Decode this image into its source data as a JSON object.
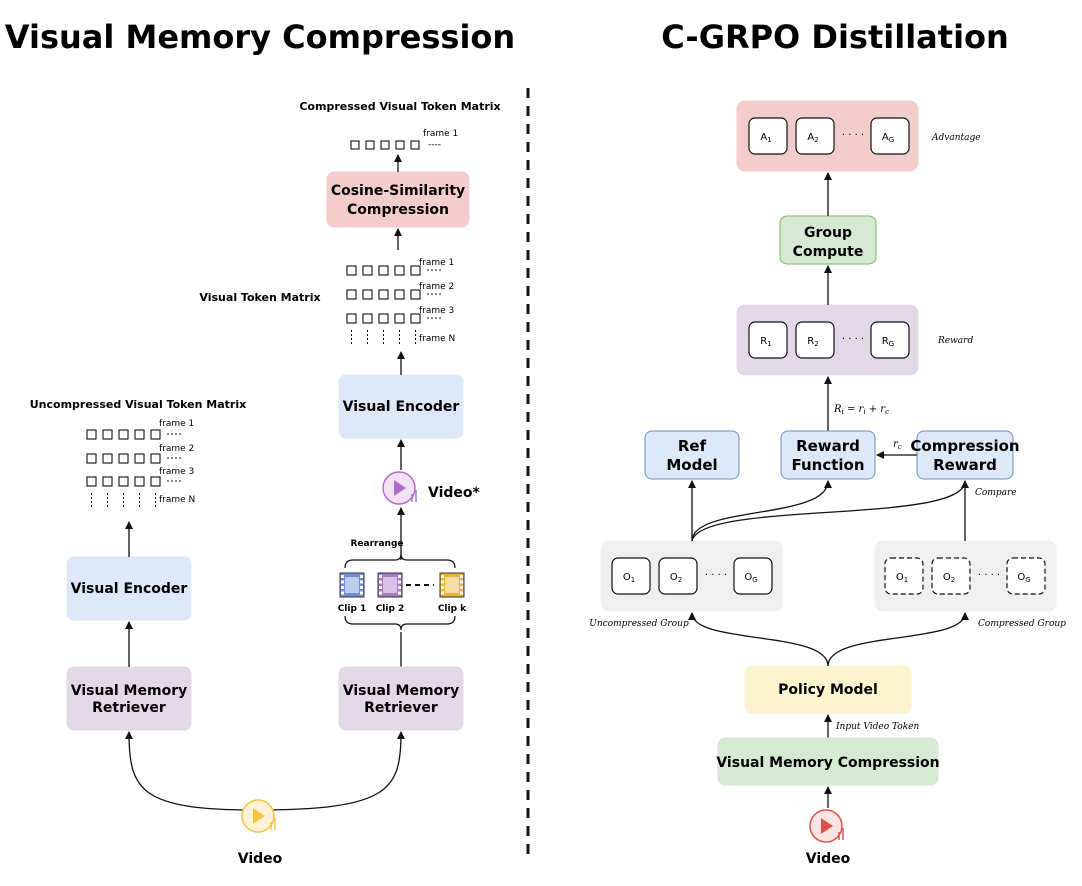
{
  "left": {
    "title": "Visual Memory Compression",
    "compressed_matrix_label": "Compressed Visual Token Matrix",
    "cosine_box": [
      "Cosine-Similarity",
      "Compression"
    ],
    "visual_token_matrix_label": "Visual Token Matrix",
    "uncompressed_matrix_label": "Uncompressed Visual Token Matrix",
    "frame_labels": [
      "frame 1",
      "frame 2",
      "frame 3",
      "frame N"
    ],
    "visual_encoder": "Visual Encoder",
    "retriever": [
      "Visual Memory",
      "Retriever"
    ],
    "video_star": "Video*",
    "rearrange": "Rearrange",
    "clips": [
      "Clip 1",
      "Clip 2",
      "Clip k"
    ],
    "video": "Video"
  },
  "right": {
    "title": "C-GRPO Distillation",
    "advantage_cells": [
      "A",
      "A",
      "A"
    ],
    "advantage_subs": [
      "1",
      "2",
      "G"
    ],
    "advantage_label": "Advantage",
    "group_compute": [
      "Group",
      "Compute"
    ],
    "reward_cells": [
      "R",
      "R",
      "R"
    ],
    "reward_subs": [
      "1",
      "2",
      "G"
    ],
    "reward_label": "Reward",
    "reward_formula": "R",
    "reward_formula_rest": " = r",
    "reward_formula_rest2": " + r",
    "sub_i": "i",
    "sub_c": "c",
    "rc_label": "r",
    "ref_model": [
      "Ref",
      "Model"
    ],
    "reward_function": [
      "Reward",
      "Function"
    ],
    "compression_reward": [
      "Compression",
      "Reward"
    ],
    "compare": "Compare",
    "output_cells": [
      "O",
      "O",
      "O"
    ],
    "output_subs": [
      "1",
      "2",
      "G"
    ],
    "uncompressed_group": "Uncompressed Group",
    "compressed_group": "Compressed Group",
    "policy_model": "Policy Model",
    "input_video_token": "Input Video Token",
    "vmc_box": "Visual Memory Compression",
    "video": "Video"
  },
  "colors": {
    "pink": "#f3cdcb",
    "blue": "#dde8f8",
    "purple": "#e2d8e8",
    "green": "#d6ead3",
    "yellow": "#fcf3cf",
    "gray": "#f0f0f0",
    "clip_blue": "#6f8ed8",
    "clip_purple": "#a679c8",
    "clip_yellow": "#e6b538",
    "icon_yellow": "#f5c542",
    "icon_purple": "#b26cc7",
    "icon_red": "#d9534f"
  },
  "icons": [
    "play-video-icon",
    "film-clip-icon"
  ]
}
